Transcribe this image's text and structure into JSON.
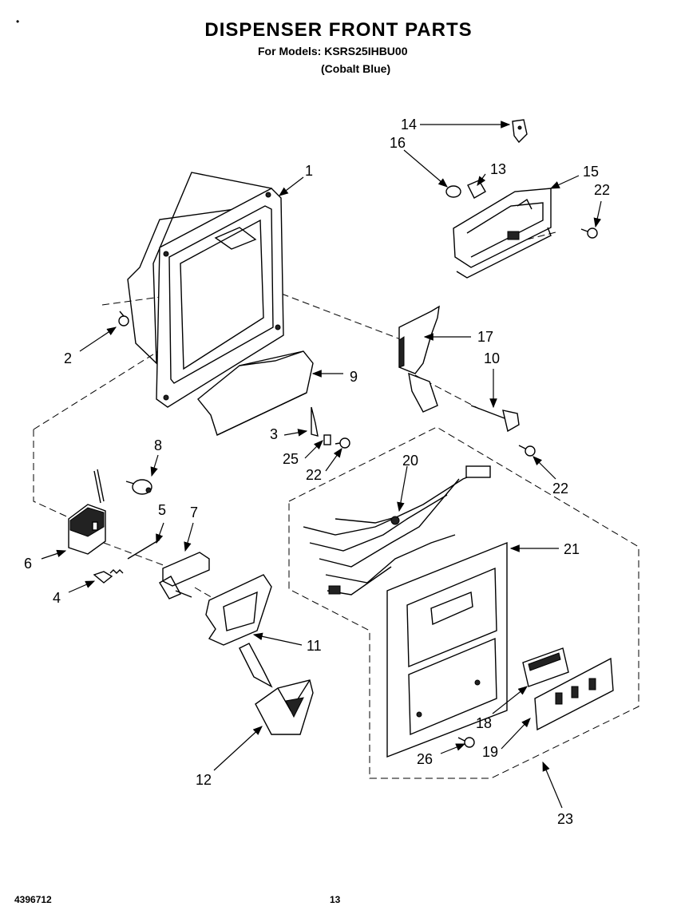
{
  "header": {
    "title": "DISPENSER FRONT PARTS",
    "models": "For Models: KSRS25IHBU00",
    "color": "(Cobalt Blue)"
  },
  "footer": {
    "doc_number": "4396712",
    "page": "13"
  },
  "callouts": {
    "c1": "1",
    "c2": "2",
    "c3": "3",
    "c4": "4",
    "c5": "5",
    "c6": "6",
    "c7": "7",
    "c8": "8",
    "c9": "9",
    "c10": "10",
    "c11": "11",
    "c12": "12",
    "c13": "13",
    "c14": "14",
    "c15": "15",
    "c16": "16",
    "c17": "17",
    "c18": "18",
    "c19": "19",
    "c20": "20",
    "c21": "21",
    "c22a": "22",
    "c22b": "22",
    "c22c": "22",
    "c23": "23",
    "c25": "25",
    "c26": "26"
  }
}
